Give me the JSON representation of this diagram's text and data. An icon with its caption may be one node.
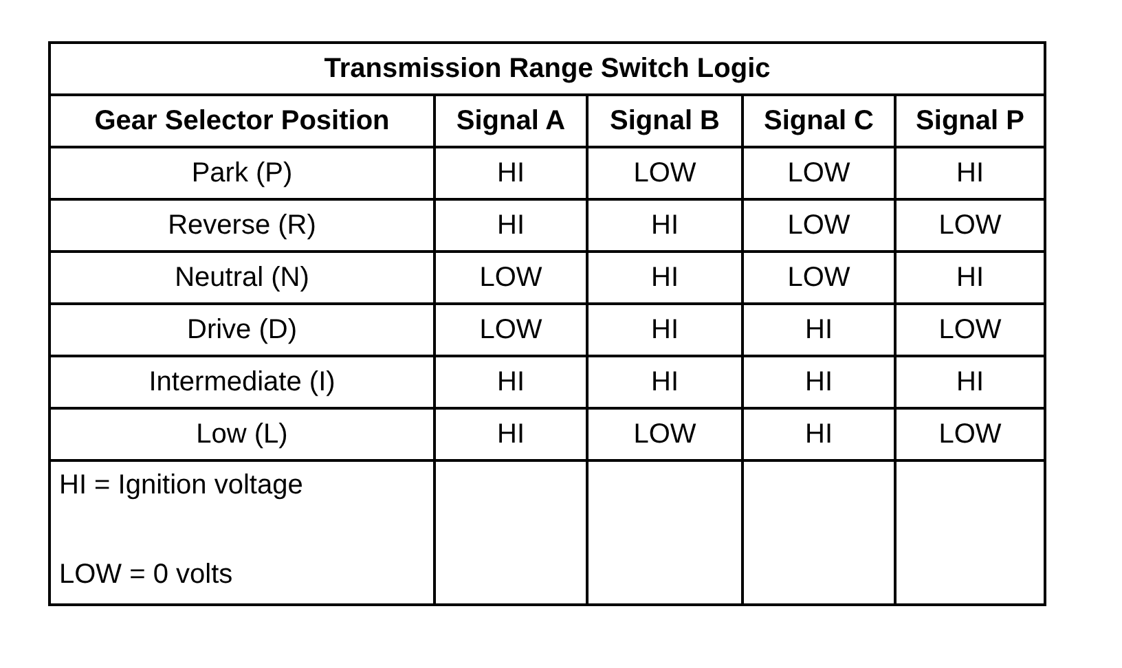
{
  "diagram": {
    "title": "Transmission Range Switch Logic",
    "labels": [
      "Gear Selector Position",
      "Signal A",
      "Signal B",
      "Signal C",
      "Signal P",
      "Park (P)",
      "HI",
      "LOW",
      "LOW",
      "HI",
      "Reverse (R)",
      "HI",
      "HI",
      "LOW",
      "LOW",
      "Neutral (N)",
      "LOW",
      "HI",
      "LOW",
      "HI",
      "Drive (D)",
      "LOW",
      "HI",
      "HI",
      "LOW",
      "Intermediate (I)",
      "HI",
      "HI",
      "HI",
      "HI",
      "Low (L)",
      "HI",
      "LOW",
      "HI",
      "LOW",
      "HI = Ignition voltage",
      "LOW = 0 volts"
    ]
  }
}
